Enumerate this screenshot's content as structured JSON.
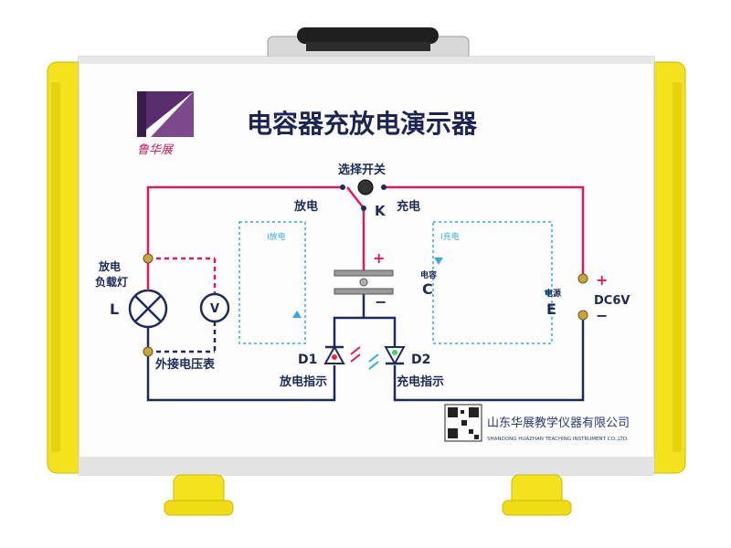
{
  "title": "电容器充放电演示器",
  "logo_text": "鲁华展",
  "labels": {
    "select_switch": "选择开关",
    "discharge": "放电",
    "switch_k": "K",
    "charge": "充电",
    "lamp_line1": "放电",
    "lamp_line2": "负载灯",
    "lamp_L": "L",
    "voltmeter_V": "V",
    "external_voltmeter": "外接电压表",
    "current_discharge": "I放电",
    "current_charge": "I充电",
    "capacitor_caption": "电容",
    "capacitor_C": "C",
    "source_caption": "电源",
    "source_E": "E",
    "supply": "DC6V",
    "plus": "+",
    "minus": "−",
    "d1": "D1",
    "d2": "D2",
    "discharge_indicator": "放电指示",
    "charge_indicator": "充电指示",
    "company_cn": "山东华展教学仪器有限公司",
    "company_en": "SHANDONG HUAZHAN TEACHING INSTRUMENT CO.,LTD."
  },
  "colors": {
    "frame_yellow": "#f3e21a",
    "wire_red": "#e0195a",
    "wire_navy": "#1e2a5a",
    "dashed_blue": "#3aa6e0",
    "logo_purple": "#5a2d6e"
  }
}
